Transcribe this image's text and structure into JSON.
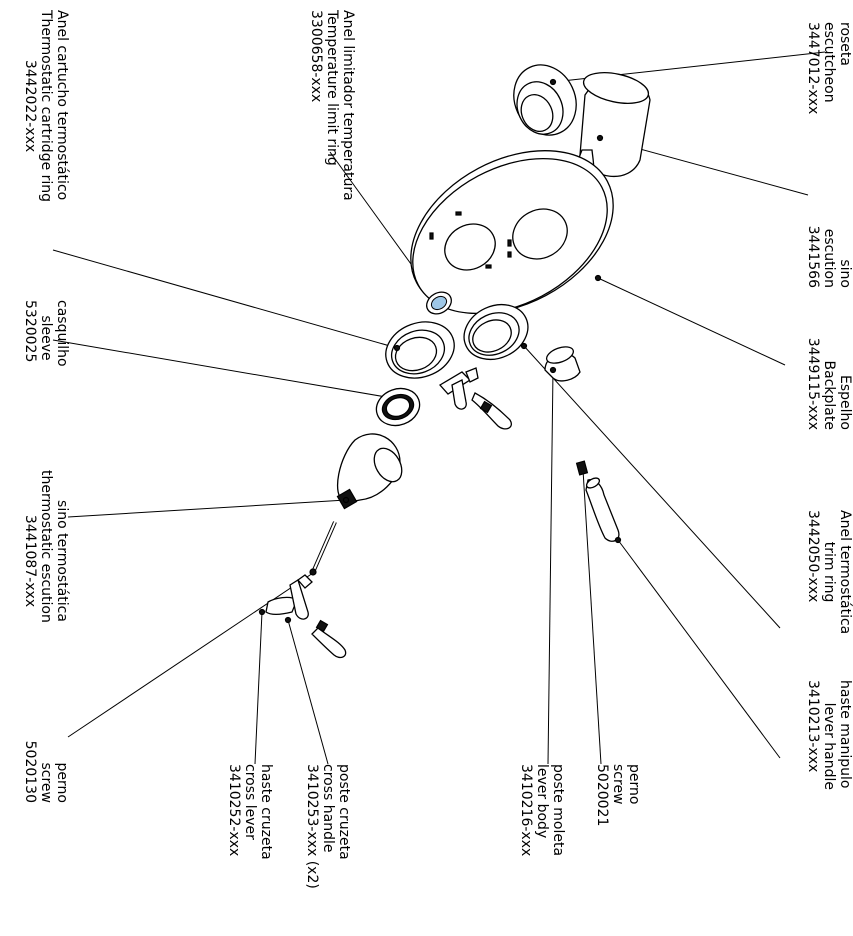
{
  "labels": {
    "roseta": {
      "l1": "roseta",
      "l2": "escutcheon",
      "l3": "3447012-xxx"
    },
    "sino": {
      "l1": "sino",
      "l2": "escution",
      "l3": "3441566"
    },
    "espelho": {
      "l1": "Espelho",
      "l2": "Backplate",
      "l3": "3449115-xxx"
    },
    "anel_termo": {
      "l1": "Anel termostática",
      "l2": "trim ring",
      "l3": "3442050-xxx"
    },
    "haste_manipulo": {
      "l1": "haste manipulo",
      "l2": "lever handle",
      "l3": "3410213-xxx"
    },
    "anel_limitador": {
      "l1": "Anel limitador temperatura",
      "l2": "Temperature limit ring",
      "l3": "3300658-xxx"
    },
    "anel_cartucho": {
      "l1": "Anel cartucho termostático",
      "l2": "Thermostatic cartridge ring",
      "l3": "3442022-xxx"
    },
    "casquilho": {
      "l1": "casquilho",
      "l2": "sleeve",
      "l3": "5320025"
    },
    "sino_termo": {
      "l1": "sino termostática",
      "l2": "thermostatic escution",
      "l3": "3441087-xxx"
    },
    "perno_left": {
      "l1": "perno",
      "l2": "screw",
      "l3": "5020130"
    },
    "haste_cruzeta": {
      "l1": "haste cruzeta",
      "l2": "cross lever",
      "l3": "3410252-xxx"
    },
    "poste_cruzeta": {
      "l1": "poste cruzeta",
      "l2": "cross handle",
      "l3": "3410253-xxx (x2)"
    },
    "poste_moleta": {
      "l1": "poste moleta",
      "l2": "lever body",
      "l3": "3410216-xxx"
    },
    "perno_right": {
      "l1": "perno",
      "l2": "screw",
      "l3": "5020021"
    }
  }
}
